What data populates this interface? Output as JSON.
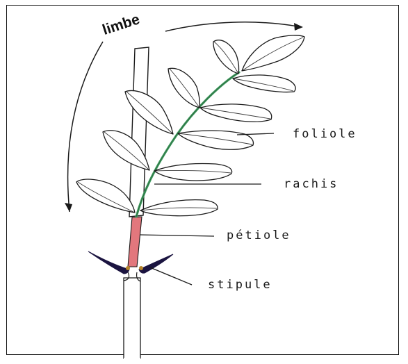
{
  "labels": {
    "limbe": "limbe",
    "foliole": "foliole",
    "rachis": "rachis",
    "petiole": "pétiole",
    "stipule": "stipule"
  },
  "colors": {
    "rachis": "#3c9a5c",
    "petiole": "#e2777d",
    "stipule": "#1b1440",
    "line": "#1a1a1a"
  }
}
